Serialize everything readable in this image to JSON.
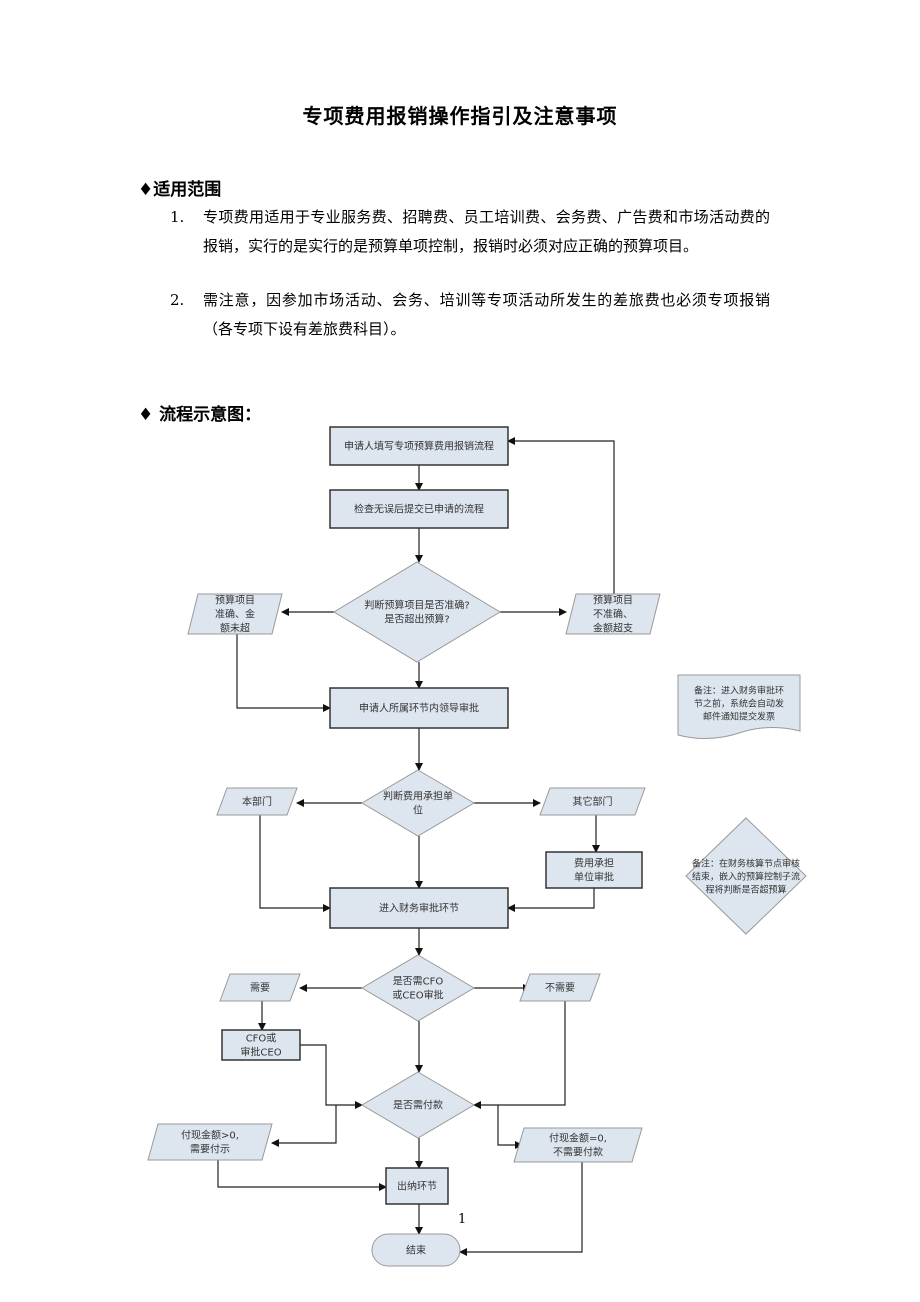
{
  "document": {
    "title": "专项费用报销操作指引及注意事项",
    "sections": [
      {
        "heading": "♦适用范围",
        "items": [
          {
            "num": "1.",
            "text": "专项费用适用于专业服务费、招聘费、员工培训费、会务费、广告费和市场活动费的报销，实行的是实行的是预算单项控制，报销时必须对应正确的预算项目。"
          },
          {
            "num": "2.",
            "text": "需注意，因参加市场活动、会务、培训等专项活动所发生的差旅费也必须专项报销（各专项下设有差旅费科目）。"
          }
        ]
      },
      {
        "heading": "♦ 流程示意图："
      }
    ],
    "page_number": "1"
  },
  "flowchart": {
    "fill_color": "#dde6ef",
    "stroke_color": "#333333",
    "nodes": {
      "n1": [
        "申请人填写专项预算费用报销流程"
      ],
      "n2": [
        "检查无误后提交已申请的流程"
      ],
      "d1": [
        "判断预算项目是否准确?",
        "是否超出预算?"
      ],
      "p_left1": [
        "预算项目",
        "准确、金",
        "额未超"
      ],
      "p_right1": [
        "预算项目",
        "不准确、",
        "金额超支"
      ],
      "n3": [
        "申请人所属环节内领导审批"
      ],
      "note1": [
        "备注：进入财务审批环",
        "节之前，系统会自动发",
        "邮件通知提交发票"
      ],
      "d2": [
        "判断费用承担单",
        "位"
      ],
      "p_left2": [
        "本部门"
      ],
      "p_right2": [
        "其它部门"
      ],
      "n_other": [
        "费用承担",
        "单位审批"
      ],
      "note2": [
        "备注：在财务核算节点审核",
        "结束，嵌入的预算控制子流",
        "程将判断是否超预算"
      ],
      "n4": [
        "进入财务审批环节"
      ],
      "d3": [
        "是否需CFO",
        "或CEO审批"
      ],
      "p_need": [
        "需要"
      ],
      "p_noneed": [
        "不需要"
      ],
      "n_cfo": [
        "CFO或",
        "审批CEO"
      ],
      "d4": [
        "是否需付款"
      ],
      "p_pay": [
        "付现金额>0,",
        "需要付示"
      ],
      "p_nopay": [
        "付现金额=0,",
        "不需要付款"
      ],
      "n_cashier": [
        "出纳环节"
      ],
      "end": [
        "结束"
      ]
    }
  }
}
